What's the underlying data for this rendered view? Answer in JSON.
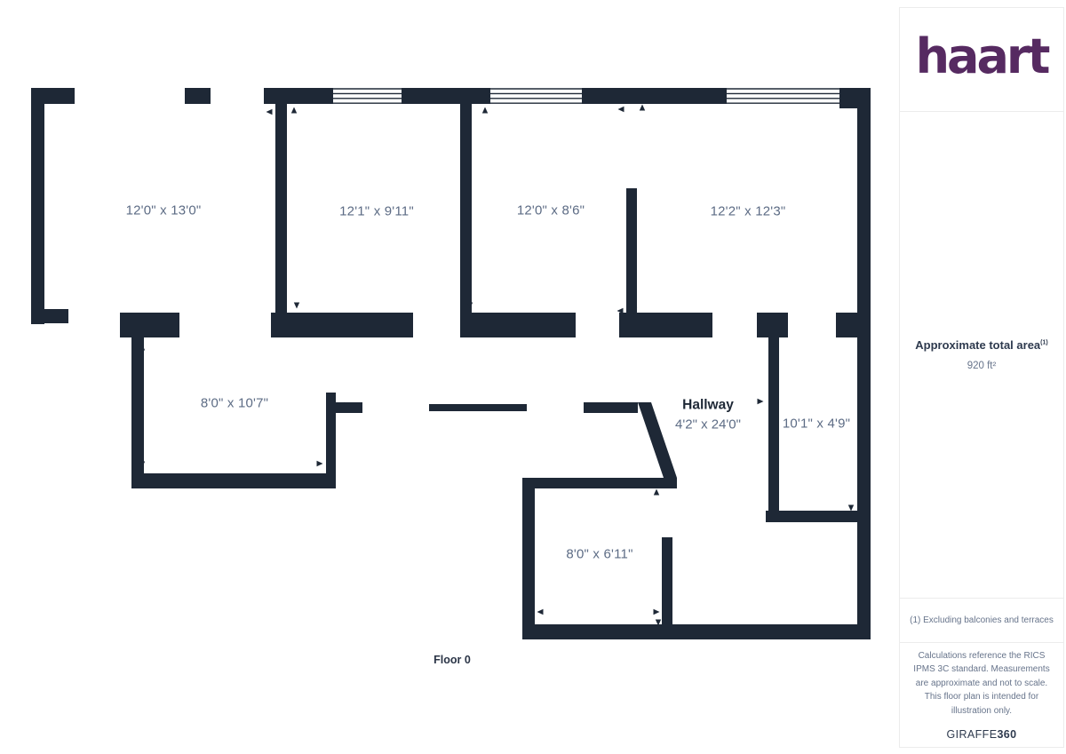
{
  "plan": {
    "floor_label": "Floor 0",
    "rooms": [
      {
        "dims": "12'0\" x 13'0\""
      },
      {
        "dims": "12'1\" x 9'11\""
      },
      {
        "dims": "12'0\" x 8'6\""
      },
      {
        "dims": "12'2\" x 12'3\""
      },
      {
        "dims": "8'0\" x 10'7\""
      },
      {
        "name": "Hallway",
        "dims": "4'2\" x 24'0\""
      },
      {
        "dims": "10'1\" x 4'9\""
      },
      {
        "dims": "8'0\" x 6'11\""
      }
    ]
  },
  "sidebar": {
    "logo": "haart",
    "area_heading": "Approximate total area",
    "area_heading_sup": "(1)",
    "area_value": "920 ft²",
    "footnote": "(1) Excluding balconies and terraces",
    "disclaimer": "Calculations reference the RICS IPMS 3C standard. Measurements are approximate and not to scale. This floor plan is intended for illustration only.",
    "brand_name": "GIRAFFE",
    "brand_suffix": "360"
  },
  "colors": {
    "wall": "#1e2836",
    "logo_purple": "#562a61",
    "room_label": "#5d6c85",
    "dark_text": "#2e3a4e",
    "gray_text": "#67748b",
    "divider": "#ececec"
  }
}
